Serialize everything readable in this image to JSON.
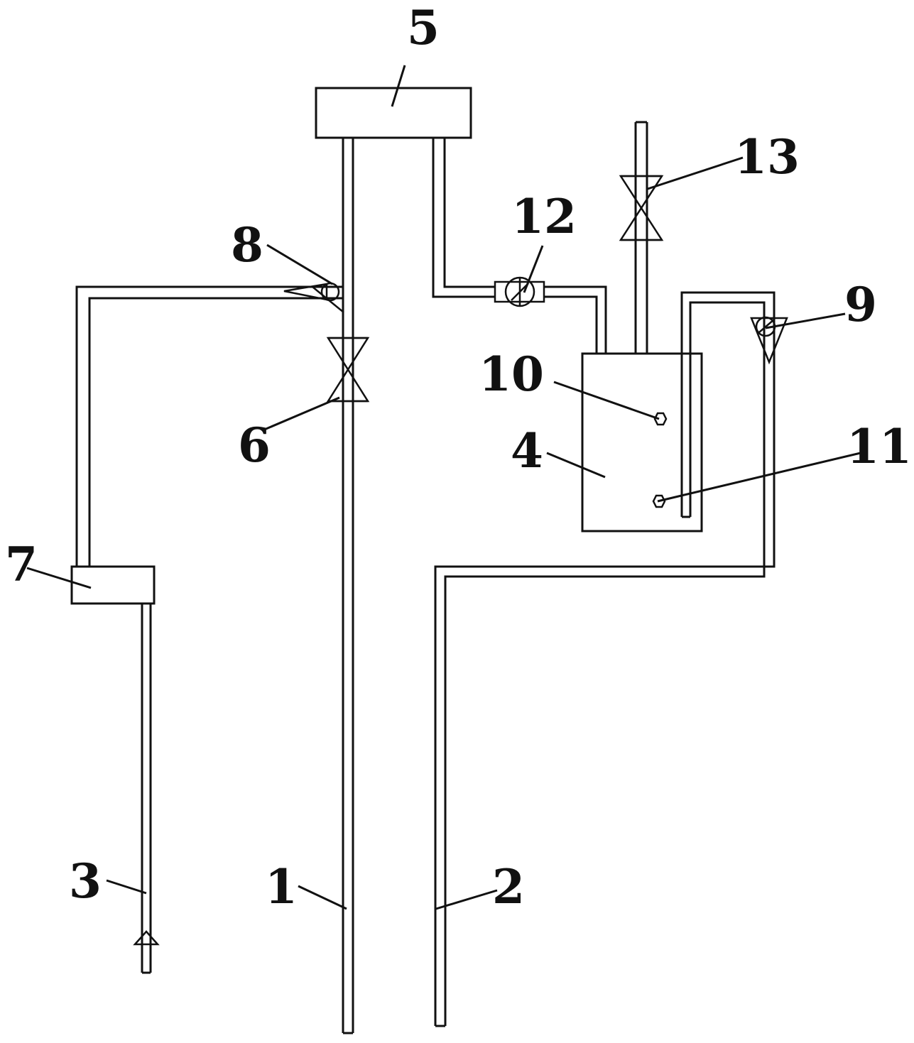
{
  "labels": {
    "l1": "1",
    "l2": "2",
    "l3": "3",
    "l4": "4",
    "l5": "5",
    "l6": "6",
    "l7": "7",
    "l8": "8",
    "l9": "9",
    "l10": "10",
    "l11": "11",
    "l12": "12",
    "l13": "13"
  },
  "colors": {
    "line": "#111111",
    "background": "#ffffff"
  }
}
